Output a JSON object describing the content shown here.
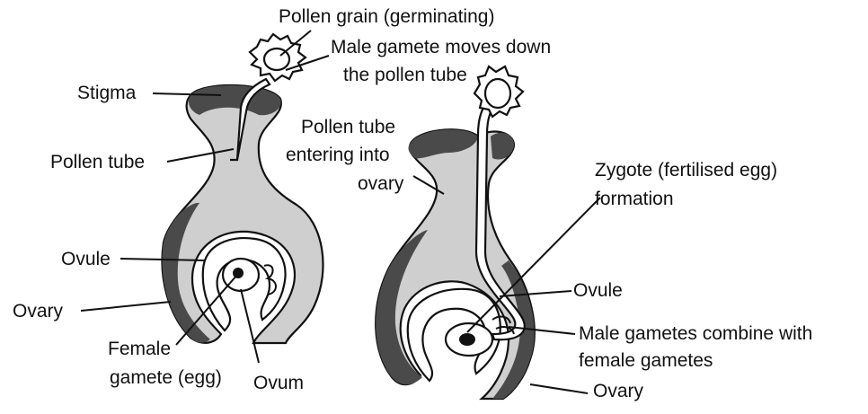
{
  "colors": {
    "ink": "#111111",
    "light_tissue": "#cfcfcf",
    "dark_tissue": "#4a4a4a",
    "cavity": "#ffffff"
  },
  "diagram1": {
    "labels": {
      "pollen_grain": "Pollen grain (germinating)",
      "male_gamete_1": "Male gamete moves down",
      "male_gamete_2": "the pollen tube",
      "stigma": "Stigma",
      "pollen_tube": "Pollen tube",
      "ovule": "Ovule",
      "ovary": "Ovary",
      "female_gamete_1": "Female",
      "female_gamete_2": "gamete (egg)",
      "ovum": "Ovum"
    }
  },
  "diagram2": {
    "labels": {
      "pollen_tube_entering_1": "Pollen tube",
      "pollen_tube_entering_2": "entering into",
      "pollen_tube_entering_3": "ovary",
      "zygote_1": "Zygote (fertilised egg)",
      "zygote_2": "formation",
      "ovule": "Ovule",
      "male_gametes_combine_1": "Male gametes combine with",
      "male_gametes_combine_2": "female gametes",
      "ovary": "Ovary"
    }
  }
}
